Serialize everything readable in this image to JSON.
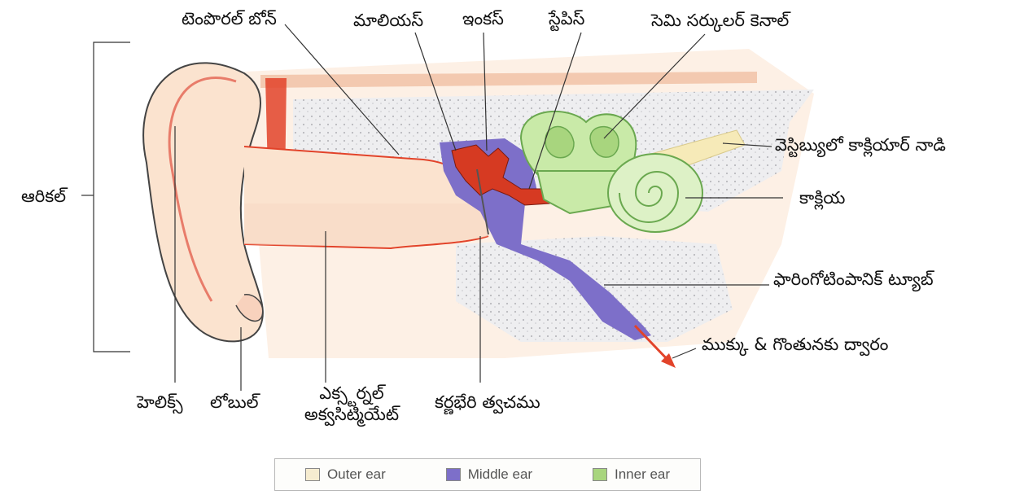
{
  "labels": {
    "temporal_bone": "టెంపొరల్ బోన్",
    "malleus": "మాలియస్",
    "incus": "ఇంకస్",
    "stapes": "స్టేపిస్",
    "semicircular_canal": "సెమి సర్కులర్ కెనాల్",
    "vestibulocochlear_nerve": "వెస్టిబ్యులో కాక్లియార్ నాడి",
    "auricle": "ఆరికల్",
    "cochlea": "కాక్లియ",
    "eustachian_tube": "ఫారింగోటింపానిక్ ట్యూబ్",
    "to_nose_throat": "ముక్కు & గొంతునకు ద్వారం",
    "helix": "హెలిక్స్",
    "lobule": "లోబుల్",
    "external_meatus_line1": "ఎక్స్టర్నల్",
    "external_meatus_line2": "అక్వసిట్మియేట్",
    "tympanic_membrane": "కర్ణభేరి త్వచము"
  },
  "legend": [
    {
      "label": "Outer ear",
      "color": "#f6ecd0"
    },
    {
      "label": "Middle ear",
      "color": "#7d6fc9"
    },
    {
      "label": "Inner ear",
      "color": "#a8d57e"
    }
  ],
  "colors": {
    "outer_skin": "#fbe3cf",
    "bone": "#eeeef0",
    "red": "#e2432a",
    "middle": "#7d6fc9",
    "inner": "#c9eaa8",
    "nerve": "#f6eab8"
  }
}
